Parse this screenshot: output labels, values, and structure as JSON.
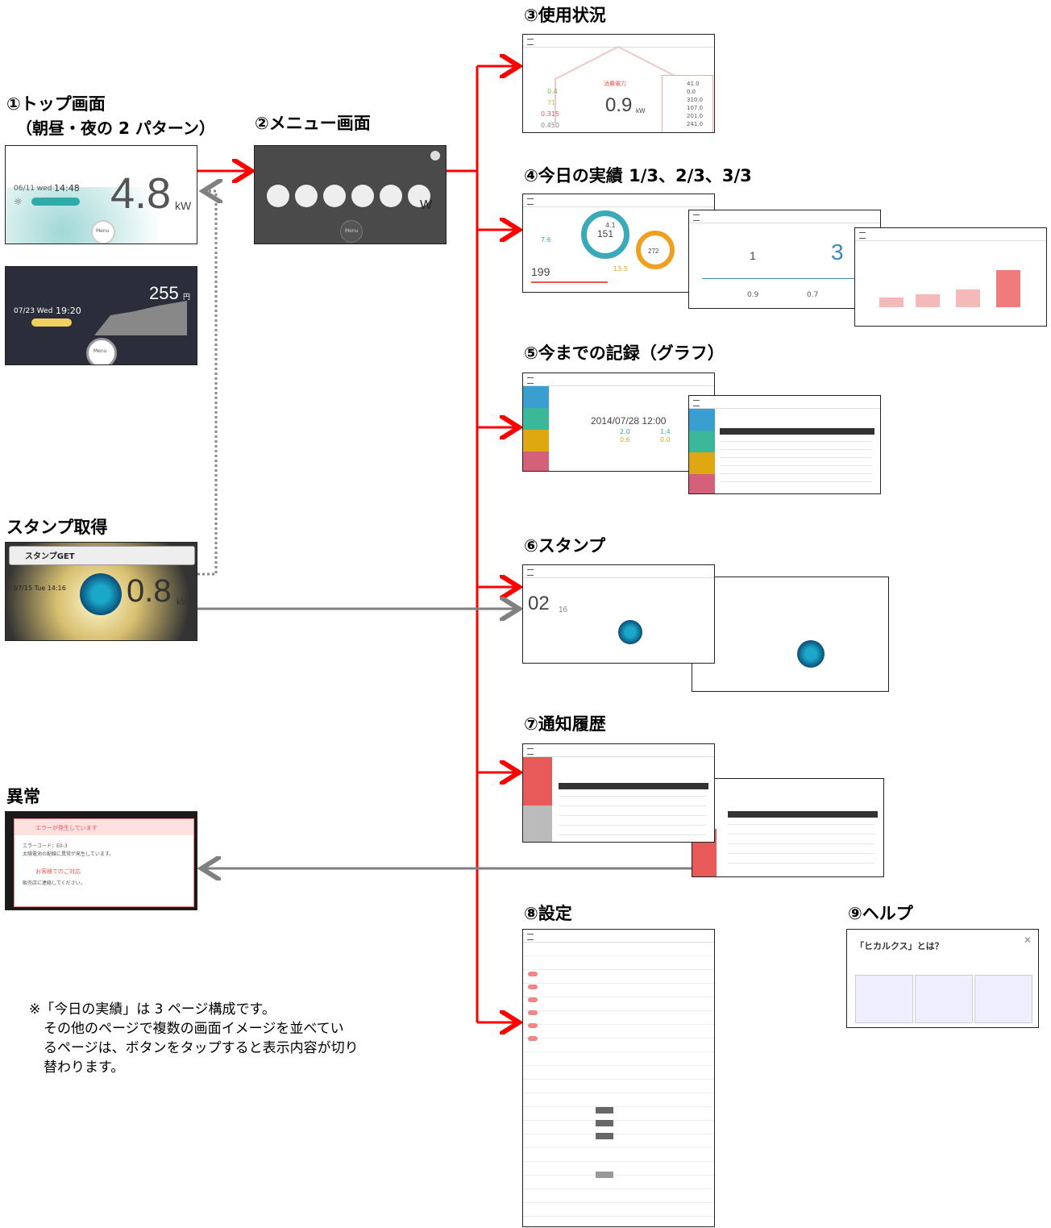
{
  "labels": {
    "top_screen": "①トップ画面",
    "top_screen_sub": "（朝昼・夜の 2 パターン）",
    "menu_screen": "②メニュー画面",
    "usage": "③使用状況",
    "today_results": "④今日の実績 1/3、2/3、3/3",
    "records_graph": "⑤今までの記録（グラフ）",
    "stamp_get_section": "スタンプ取得",
    "stamp": "⑥スタンプ",
    "notification_history": "⑦通知履歴",
    "abnormal": "異常",
    "settings": "⑧設定",
    "help": "⑨ヘルプ"
  },
  "note": {
    "line1": "※「今日の実績」は 3 ページ構成です。",
    "line2": "その他のページで複数の画面イメージを並べてい",
    "line3": "るページは、ボタンをタップすると表示内容が切り",
    "line4": "替わります。"
  },
  "top_day": {
    "date": "06/11 wed",
    "time": "14:48",
    "value": "4.8",
    "unit": "kW",
    "menu": "Menu"
  },
  "top_night": {
    "date": "07/23 Wed",
    "time": "19:20",
    "value": "255",
    "unit": "円",
    "menu": "Menu"
  },
  "menu_screen": {
    "menu": "Menu",
    "unit": "W"
  },
  "usage_screen": {
    "value": "0.9",
    "unit": "kW",
    "title": "消費電力",
    "values": [
      "41.0",
      "0.0",
      "310.0",
      "107.0",
      "201.0",
      "241.0"
    ],
    "left_values": [
      "0.4",
      "71",
      "0.315",
      "0.450"
    ]
  },
  "today1": {
    "v1": "151",
    "v2": "272",
    "v3": "199",
    "v4": "7.6",
    "v5": "13.5",
    "v6": "4.1"
  },
  "today2": {
    "a": "1",
    "b": "3",
    "c": "0.9",
    "d": "0.7"
  },
  "records": {
    "datetime": "2014/07/28 12:00",
    "v1": "2.0",
    "v2": "1.4",
    "v3": "0.6",
    "v4": "0.0"
  },
  "stamp_screen": {
    "count": "02",
    "total": "16"
  },
  "stamp_get": {
    "title": "スタンプGET",
    "time": "07/15 Tue 14:16",
    "value": "0.8",
    "unit": "kW"
  },
  "error_screen": {
    "title": "エラーが発生しています",
    "code": "エラーコード：E0-3",
    "msg": "太陽電池の配線に異常が発生しています。",
    "contact": "お客様でのご対応",
    "contact_msg": "販売店に連絡してください。"
  },
  "help_screen": {
    "title": "「ヒカルクス」とは？"
  },
  "colors": {
    "arrow_red": "#ff0000",
    "arrow_gray": "#808080",
    "teal": "#2aa9a9",
    "accent_pink": "#e85a5a"
  }
}
